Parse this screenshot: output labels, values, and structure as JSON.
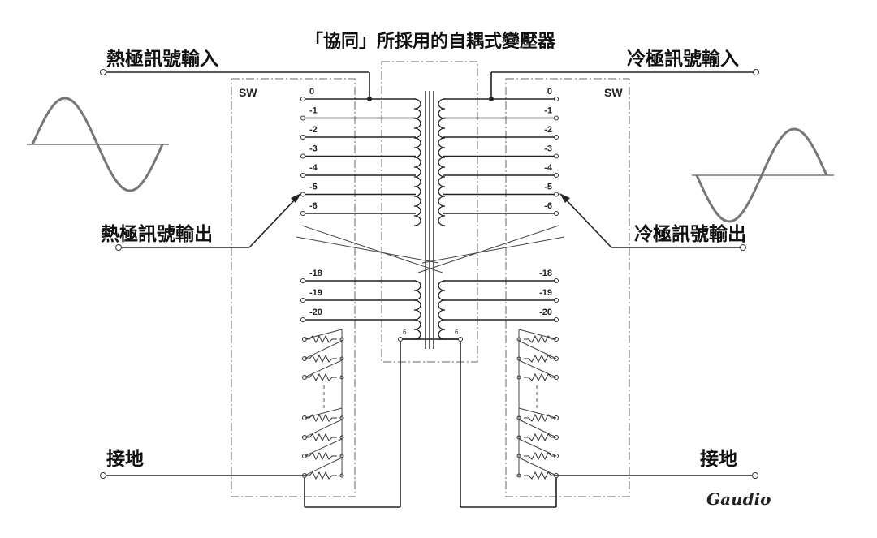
{
  "title": "「協同」所採用的自耦式變壓器",
  "labels": {
    "hot_input": "熱極訊號輸入",
    "cold_input": "冷極訊號輸入",
    "hot_output": "熱極訊號輸出",
    "cold_output": "冷極訊號輸出",
    "ground_left": "接地",
    "ground_right": "接地",
    "sw_left": "SW",
    "sw_right": "SW",
    "center_tap_left": "6",
    "center_tap_right": "6"
  },
  "taps_upper": [
    "0",
    "-1",
    "-2",
    "-3",
    "-4",
    "-5",
    "-6"
  ],
  "taps_lower": [
    "-18",
    "-19",
    "-20"
  ],
  "logo": "Gaudio",
  "colors": {
    "line": "#222222",
    "wave": "#777777",
    "box": "#666666"
  }
}
